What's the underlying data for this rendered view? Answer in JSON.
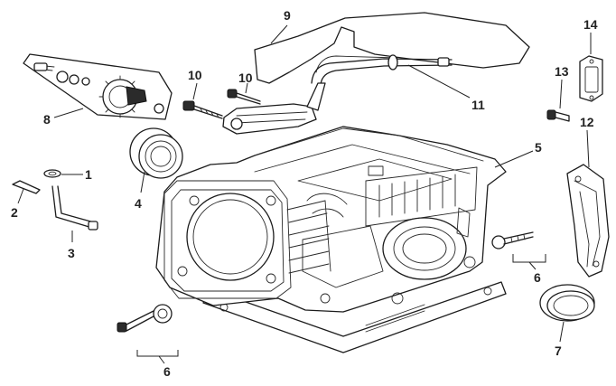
{
  "diagram": {
    "callouts": [
      {
        "id": "c1",
        "label": "1"
      },
      {
        "id": "c2",
        "label": "2"
      },
      {
        "id": "c3",
        "label": "3"
      },
      {
        "id": "c4",
        "label": "4"
      },
      {
        "id": "c5",
        "label": "5"
      },
      {
        "id": "c6a",
        "label": "6"
      },
      {
        "id": "c6b",
        "label": "6"
      },
      {
        "id": "c7",
        "label": "7"
      },
      {
        "id": "c8",
        "label": "8"
      },
      {
        "id": "c9",
        "label": "9"
      },
      {
        "id": "c10a",
        "label": "10"
      },
      {
        "id": "c10b",
        "label": "10"
      },
      {
        "id": "c11",
        "label": "11"
      },
      {
        "id": "c12",
        "label": "12"
      },
      {
        "id": "c13",
        "label": "13"
      },
      {
        "id": "c14",
        "label": "14"
      }
    ]
  }
}
